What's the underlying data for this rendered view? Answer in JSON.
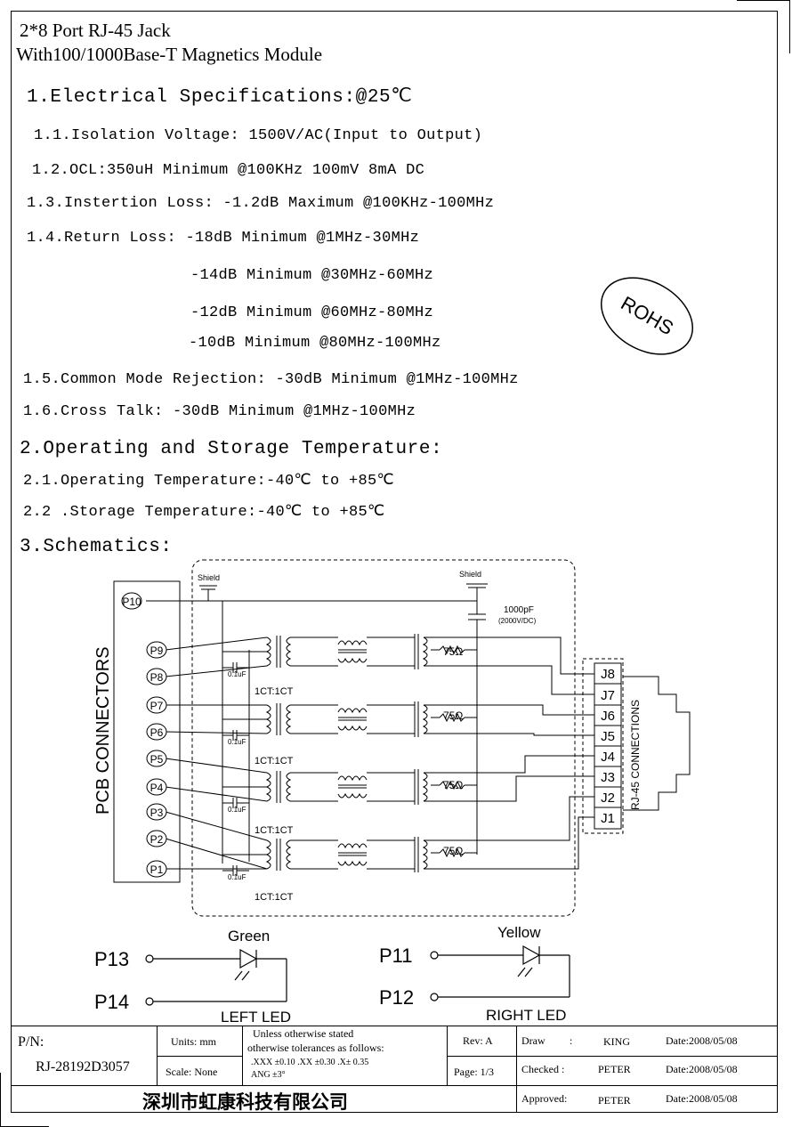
{
  "header": {
    "title_line1": "2*8  Port RJ-45 Jack",
    "title_line2": "With100/1000Base-T Magnetics Module"
  },
  "section1": {
    "heading": "1.Electrical Specifications:@25℃",
    "items": [
      "1.1.Isolation Voltage: 1500V/AC(Input to Output)",
      "1.2.OCL:350uH Minimum @100KHz 100mV 8mA DC",
      "1.3.Instertion Loss: -1.2dB Maximum @100KHz-100MHz",
      "1.4.Return Loss: -18dB Minimum @1MHz-30MHz",
      "-14dB Minimum @30MHz-60MHz",
      "-12dB Minimum @60MHz-80MHz",
      "-10dB Minimum @80MHz-100MHz",
      "1.5.Common Mode Rejection: -30dB Minimum @1MHz-100MHz",
      "1.6.Cross Talk: -30dB Minimum @1MHz-100MHz"
    ]
  },
  "rohs_label": "ROHS",
  "section2": {
    "heading": "2.Operating and Storage Temperature:",
    "items": [
      "2.1.Operating Temperature:-40℃ to +85℃",
      "2.2 .Storage Temperature:-40℃ to +85℃"
    ]
  },
  "section3": {
    "heading": "3.Schematics:"
  },
  "schematic": {
    "pcb_label": "PCB CONNECTORS",
    "rj45_label": "RJ-45 CONNECTIONS",
    "pins_left": [
      "P10",
      "P9",
      "P8",
      "P7",
      "P6",
      "P5",
      "P4",
      "P3",
      "P2",
      "P1"
    ],
    "pins_right": [
      "J8",
      "J7",
      "J6",
      "J5",
      "J4",
      "J3",
      "J2",
      "J1"
    ],
    "shield1": "Shield",
    "shield2": "Shield",
    "cap_value": "1000pF",
    "cap_rating": "(2000V/DC)",
    "small_cap": "0.1uF",
    "resistor": "75Ω",
    "ratio": "1CT:1CT"
  },
  "leds": {
    "left_color": "Green",
    "left_pin_a": "P13",
    "left_pin_b": "P14",
    "left_label": "LEFT LED",
    "right_color": "Yellow",
    "right_pin_a": "P11",
    "right_pin_b": "P12",
    "right_label": "RIGHT LED"
  },
  "title_block": {
    "pn_label": "P/N:",
    "pn_value": "RJ-28192D3057",
    "units": "Units: mm",
    "scale": "Scale: None",
    "tol_line1": "Unless otherwise stated",
    "tol_line2": "otherwise tolerances as follows:",
    "tol_line3": ".XXX ±0.10 .XX ±0.30 .X± 0.35",
    "tol_line4": "ANG ±3°",
    "rev": "Rev: A",
    "page": "Page: 1/3",
    "company": "深圳市虹康科技有限公司",
    "draw_label": "Draw",
    "draw_colon": ":",
    "draw_name": "KING",
    "draw_date": "Date:2008/05/08",
    "checked_label": "Checked :",
    "checked_name": "PETER",
    "checked_date": "Date:2008/05/08",
    "approved_label": "Approved:",
    "approved_name": "PETER",
    "approved_date": "Date:2008/05/08"
  }
}
